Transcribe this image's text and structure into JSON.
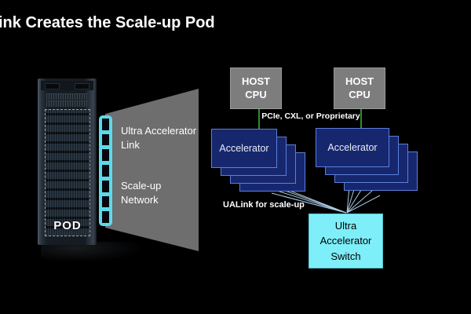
{
  "title": "ink Creates the Scale-up Pod",
  "colors": {
    "background": "#000000",
    "title_text": "#ffffff",
    "funnel_gray": "#6e6e6e",
    "ladder_cyan": "#5cdaec",
    "host_box_gray": "#7d7d7d",
    "accelerator_fill": "#17276e",
    "accelerator_border": "#5c7fd9",
    "host_link_green": "#2e8b2e",
    "fan_line_blue": "#a9c9e3",
    "switch_fill": "#7eeff8",
    "switch_text": "#000000"
  },
  "rack": {
    "pod_label": "POD"
  },
  "funnel": {
    "label_top": "Ultra Accelerator\nLink",
    "label_bottom": "Scale-up\nNetwork"
  },
  "hosts": [
    {
      "label": "HOST\nCPU"
    },
    {
      "label": "HOST\nCPU"
    }
  ],
  "bus_label": "PCIe, CXL, or Proprietary",
  "accelerator_label": "Accelerator",
  "ualink_label": "UALink for scale-up",
  "switch_label": "Ultra\nAccelerator\nSwitch"
}
